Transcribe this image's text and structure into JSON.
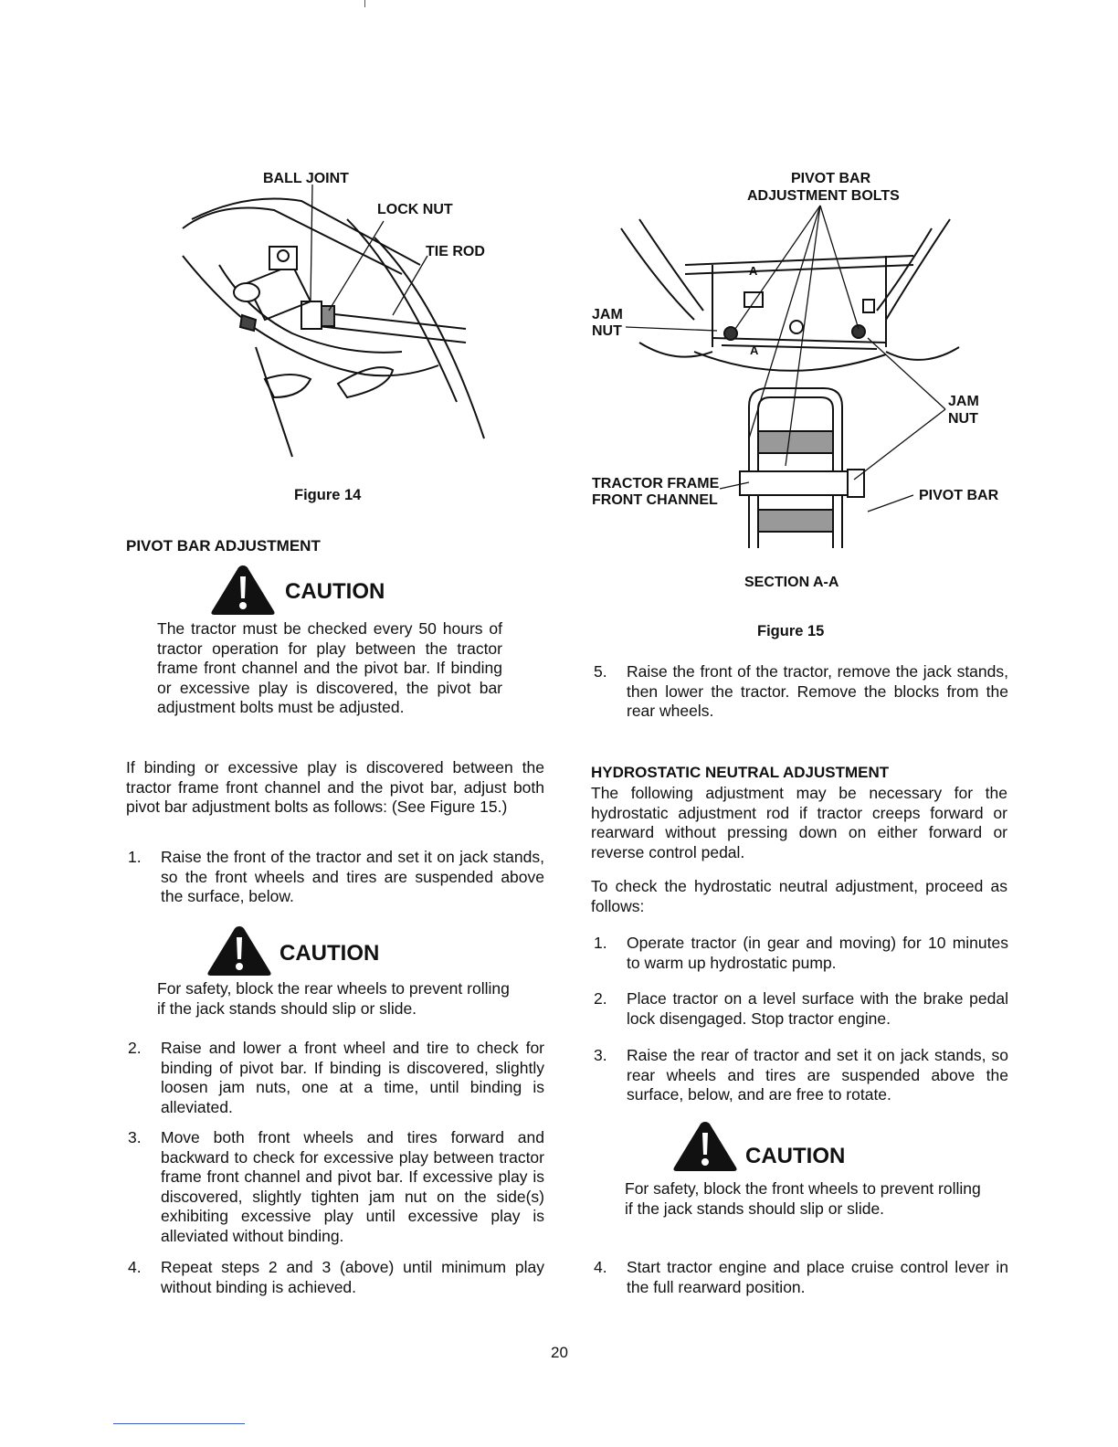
{
  "figure14": {
    "labels": {
      "ball_joint": "BALL JOINT",
      "lock_nut": "LOCK NUT",
      "tie_rod": "TIE ROD"
    },
    "caption": "Figure 14"
  },
  "figure15": {
    "labels": {
      "pivot_bar_bolts_1": "PIVOT BAR",
      "pivot_bar_bolts_2": "ADJUSTMENT BOLTS",
      "jam_nut_left_1": "JAM",
      "jam_nut_left_2": "NUT",
      "jam_nut_right_1": "JAM",
      "jam_nut_right_2": "NUT",
      "tractor_frame_1": "TRACTOR FRAME",
      "tractor_frame_2": "FRONT CHANNEL",
      "pivot_bar": "PIVOT BAR",
      "marker_a_top": "A",
      "marker_a_bottom": "A"
    },
    "section": "SECTION A-A",
    "caption": "Figure 15"
  },
  "left": {
    "heading": "PIVOT BAR ADJUSTMENT",
    "caution1": {
      "title": "CAUTION",
      "text": "The tractor must be checked every 50 hours of tractor operation for play between the tractor frame front channel and the pivot bar. If binding or excessive play is discovered, the pivot bar adjustment bolts must be adjusted."
    },
    "intro": "If binding or excessive play is discovered between the tractor frame front channel and the pivot bar, adjust both pivot bar adjustment bolts as follows: (See Figure 15.)",
    "step1": {
      "num": "1.",
      "text": "Raise the front of the tractor and set it on jack stands, so the front wheels and tires are suspended above the surface, below."
    },
    "caution2": {
      "title": "CAUTION",
      "text": "For safety, block the rear wheels to prevent rolling if the jack stands should slip or slide."
    },
    "step2": {
      "num": "2.",
      "text": "Raise and lower a front wheel and tire to check for binding of pivot bar. If binding is discovered, slightly loosen jam nuts, one at a time, until binding is alleviated."
    },
    "step3": {
      "num": "3.",
      "text": "Move both front wheels and tires forward and backward to check for excessive play between tractor frame front channel and pivot bar. If excessive play is discovered, slightly tighten jam nut on the side(s) exhibiting excessive play until excessive play is alleviated without binding."
    },
    "step4": {
      "num": "4.",
      "text": "Repeat steps 2 and 3 (above) until minimum play without binding is achieved."
    }
  },
  "right": {
    "step5": {
      "num": "5.",
      "text": "Raise the front of the tractor, remove the jack stands, then lower the tractor. Remove the blocks from the rear wheels."
    },
    "heading": "HYDROSTATIC NEUTRAL ADJUSTMENT",
    "intro1": "The following adjustment may be necessary for the hydrostatic adjustment rod if tractor creeps forward or rearward without pressing down on either forward or reverse control pedal.",
    "intro2": "To check the hydrostatic neutral adjustment, proceed as follows:",
    "step1": {
      "num": "1.",
      "text": "Operate tractor (in gear and moving) for 10 minutes to warm up hydrostatic pump."
    },
    "step2": {
      "num": "2.",
      "text": "Place tractor on a level surface with the brake pedal lock disengaged. Stop tractor engine."
    },
    "step3": {
      "num": "3.",
      "text": "Raise the rear of tractor and set it on jack stands, so rear wheels and tires are suspended above the surface, below, and are free to rotate."
    },
    "caution": {
      "title": "CAUTION",
      "text": "For safety, block the front wheels to prevent rolling if the jack stands should slip or slide."
    },
    "step4": {
      "num": "4.",
      "text": "Start tractor engine and place cruise control lever in the full rearward position."
    }
  },
  "page_number": "20"
}
